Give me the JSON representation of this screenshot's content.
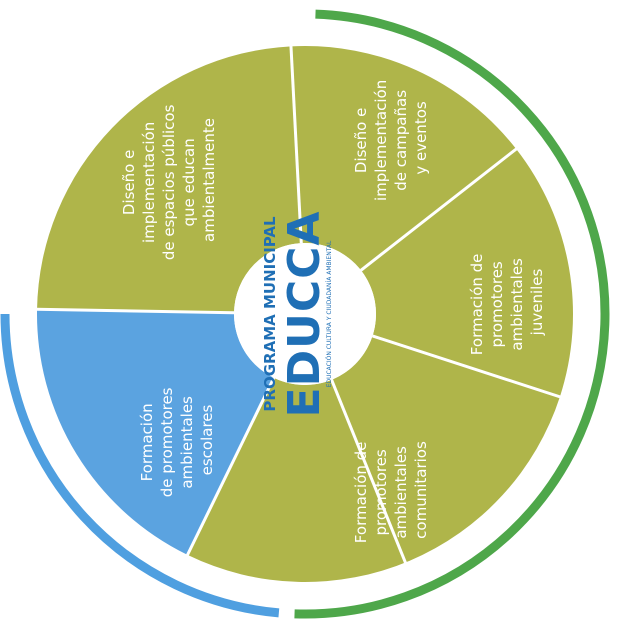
{
  "colors": {
    "olive": "#afb54a",
    "blue": "#5ba3e0",
    "ring_green": "#4ea74a",
    "ring_blue": "#4f9fe0",
    "divider": "#ffffff",
    "center_text": "#1f6fb5"
  },
  "center": {
    "line1": "PROGRAMA MUNICIPAL",
    "line2": "EDUCCA",
    "line3": "EDUCACIÓN CULTURA Y CIUDADANÍA AMBIENTAL"
  },
  "segments": [
    {
      "key": "espacios",
      "color": "olive",
      "lines": [
        "Diseño e",
        "implementación",
        "de espacios públicos",
        "que educan",
        "ambientalmente"
      ]
    },
    {
      "key": "campanas",
      "color": "olive",
      "lines": [
        "Diseño e",
        "implementación",
        "de campañas",
        "y eventos"
      ]
    },
    {
      "key": "juveniles",
      "color": "olive",
      "lines": [
        "Formación de",
        "promotores",
        "ambientales",
        "juveniles"
      ]
    },
    {
      "key": "comunitarios",
      "color": "olive",
      "lines": [
        "Formación de",
        "promotores",
        "ambientales",
        "comunitarios"
      ]
    },
    {
      "key": "escolares",
      "color": "blue",
      "lines": [
        "Formación",
        "de promotores",
        "ambientales",
        "escolares"
      ]
    }
  ]
}
